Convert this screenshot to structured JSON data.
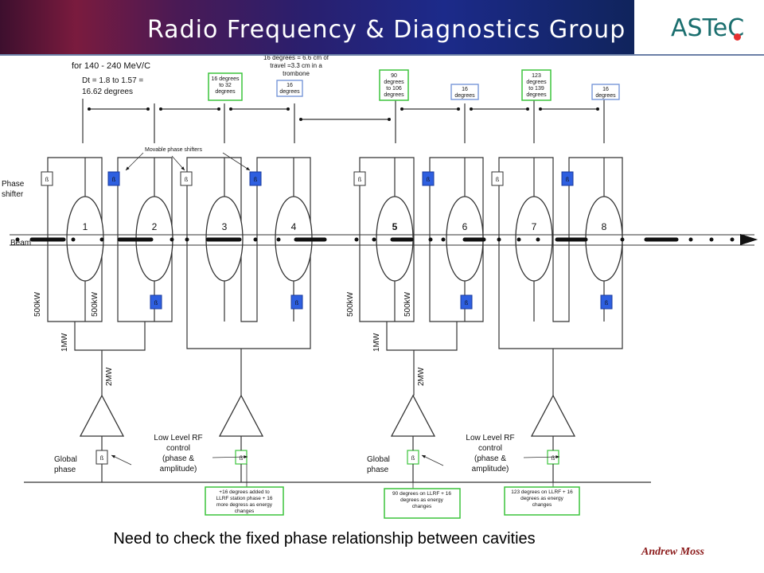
{
  "header": {
    "title": "Radio Frequency & Diagnostics Group",
    "logo_text": "ASTeC"
  },
  "labels": {
    "momentum_range": "for 140 - 240 MeV/C",
    "dt_line1": "Dt = 1.8 to 1.57 =",
    "dt_line2": "16.62 degrees",
    "trombone_note": [
      "16 degrees = 6.6 cm of",
      "travel =3.3 cm in a",
      "trombone"
    ],
    "phase_shifter": [
      "Phase",
      "shifter"
    ],
    "beam": "Beam",
    "movable_phase_shifters": "Movable phase shifters",
    "global_phase": [
      "Global",
      "phase"
    ],
    "llrf_control": [
      "Low Level RF",
      "control",
      "(phase &",
      "amplitude)"
    ],
    "power_500kw": "500kW",
    "power_1mw": "1MW",
    "power_2mw": "2MW",
    "shifter_glyph": "ß"
  },
  "green_notes_top": [
    [
      "16 degrees",
      "to 32",
      "degrees"
    ],
    [
      "90",
      "degrees",
      "to 106",
      "degrees"
    ],
    [
      "123",
      "degrees",
      "to 139",
      "degrees"
    ]
  ],
  "blue_notes_top": [
    "16 degrees",
    "16 degrees",
    "16 degrees",
    "16 degrees"
  ],
  "green_notes_bottom": [
    [
      "+16 degrees  added to",
      "LLRF station phase + 16",
      "more degress as energy",
      "changes"
    ],
    [
      "90 degrees on LLRF + 16",
      "degrees as energy",
      "changes"
    ],
    [
      "123 degrees on LLRF + 16",
      "degrees as energy",
      "changes"
    ]
  ],
  "cavities": [
    "1",
    "2",
    "3",
    "4",
    "5",
    "6",
    "7",
    "8"
  ],
  "caption": "Need to check the fixed phase relationship between cavities",
  "author": "Andrew Moss",
  "colors": {
    "blue_shifter": "#2e5fe0",
    "green_box": "#3cc43c",
    "blue_box": "#6d8fd6",
    "line": "#333333"
  }
}
